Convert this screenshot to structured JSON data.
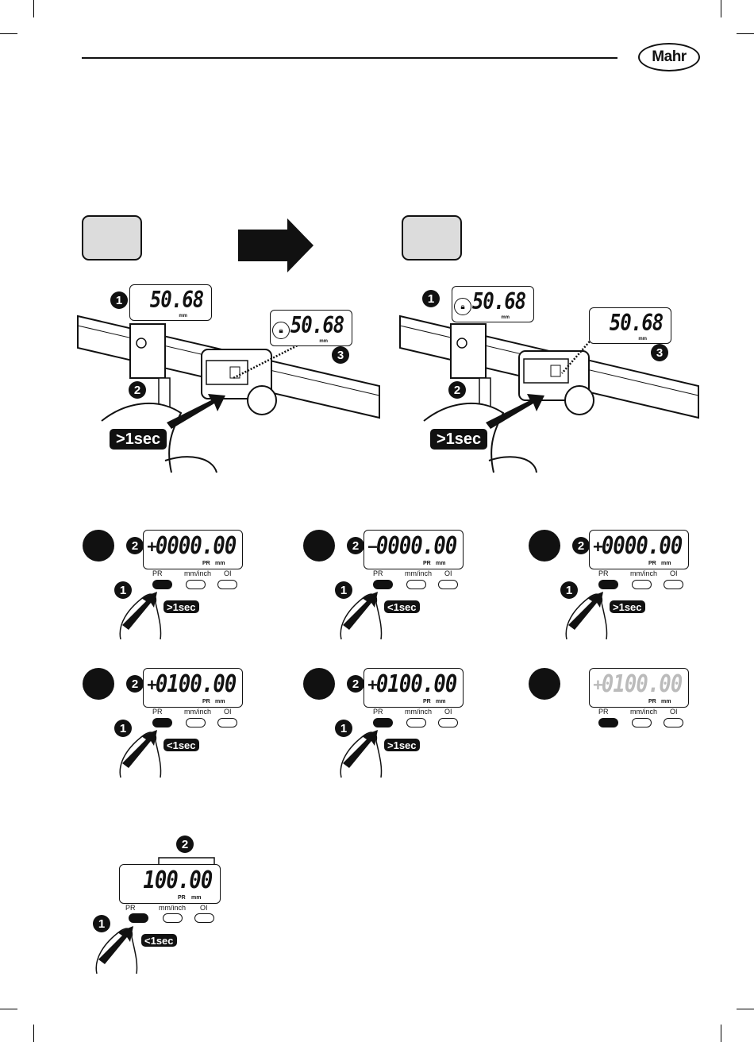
{
  "brand": {
    "logo_text": "Mahr"
  },
  "top_panel": {
    "left": {
      "callout_display": "50.68",
      "callout_unit": "mm",
      "device_display": "50.68",
      "device_unit": "mm",
      "press_label": ">1sec",
      "markers": [
        "1",
        "2",
        "3"
      ]
    },
    "right": {
      "callout_display": "50.68",
      "callout_unit": "mm",
      "device_display": "50.68",
      "device_unit": "mm",
      "press_label": ">1sec",
      "markers": [
        "1",
        "2",
        "3"
      ]
    }
  },
  "button_labels": {
    "pr": "PR",
    "mm_inch": "mm/inch",
    "oi": "OI",
    "pr_ind": "PR",
    "mm_ind": "mm"
  },
  "steps": [
    {
      "marker_display": "2",
      "marker_press": "1",
      "sign": "+",
      "digits": "0000.00",
      "press_label": ">1sec"
    },
    {
      "marker_display": "2",
      "marker_press": "1",
      "sign": "−",
      "digits": "0000.00",
      "press_label": "<1sec"
    },
    {
      "marker_display": "2",
      "marker_press": "1",
      "sign": "+",
      "digits": "0000.00",
      "press_label": ">1sec"
    },
    {
      "marker_display": "2",
      "marker_press": "1",
      "sign": "+",
      "digits": "0100.00",
      "press_label": "<1sec"
    },
    {
      "marker_display": "2",
      "marker_press": "1",
      "sign": "+",
      "digits": "0100.00",
      "press_label": ">1sec"
    },
    {
      "sign": "+",
      "digits": "0100.00"
    }
  ],
  "bottom": {
    "marker_display": "2",
    "marker_press": "1",
    "digits": "100.00",
    "press_label": "<1sec"
  }
}
